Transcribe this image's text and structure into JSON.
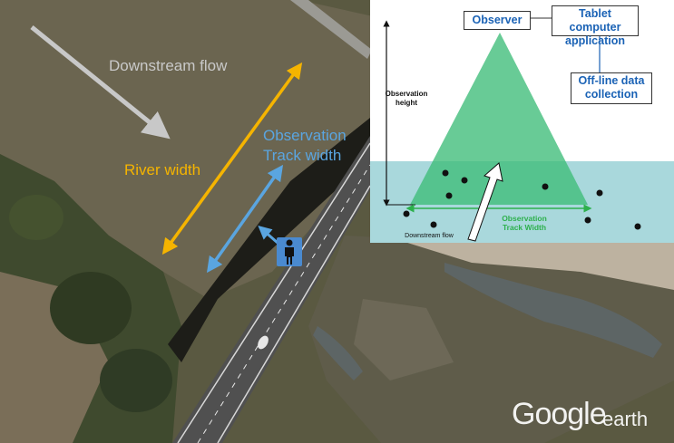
{
  "photo": {
    "labels": {
      "downstream_flow": "Downstream flow",
      "river_width": "River width",
      "track_width_line1": "Observation",
      "track_width_line2": "Track width"
    },
    "colors": {
      "flow_arrow": "#c8c8c8",
      "river_width": "#f5b400",
      "track_width": "#5aa5e0"
    },
    "watermark": {
      "google": "Google",
      "earth": "earth"
    },
    "observer_icon": "person-icon"
  },
  "inset": {
    "observer": "Observer",
    "tablet_line1": "Tablet computer",
    "tablet_line2": "application",
    "offline_line1": "Off-line data",
    "offline_line2": "collection",
    "height_line1": "Observation",
    "height_line2": "height",
    "downstream_flow": "Downstream flow",
    "track_line1": "Observation",
    "track_line2": "Track Width",
    "colors": {
      "cone": "#3dbd78",
      "water": "#a9d8dc",
      "box_text": "#1a62b5",
      "track_arrow": "#2db04c"
    }
  }
}
